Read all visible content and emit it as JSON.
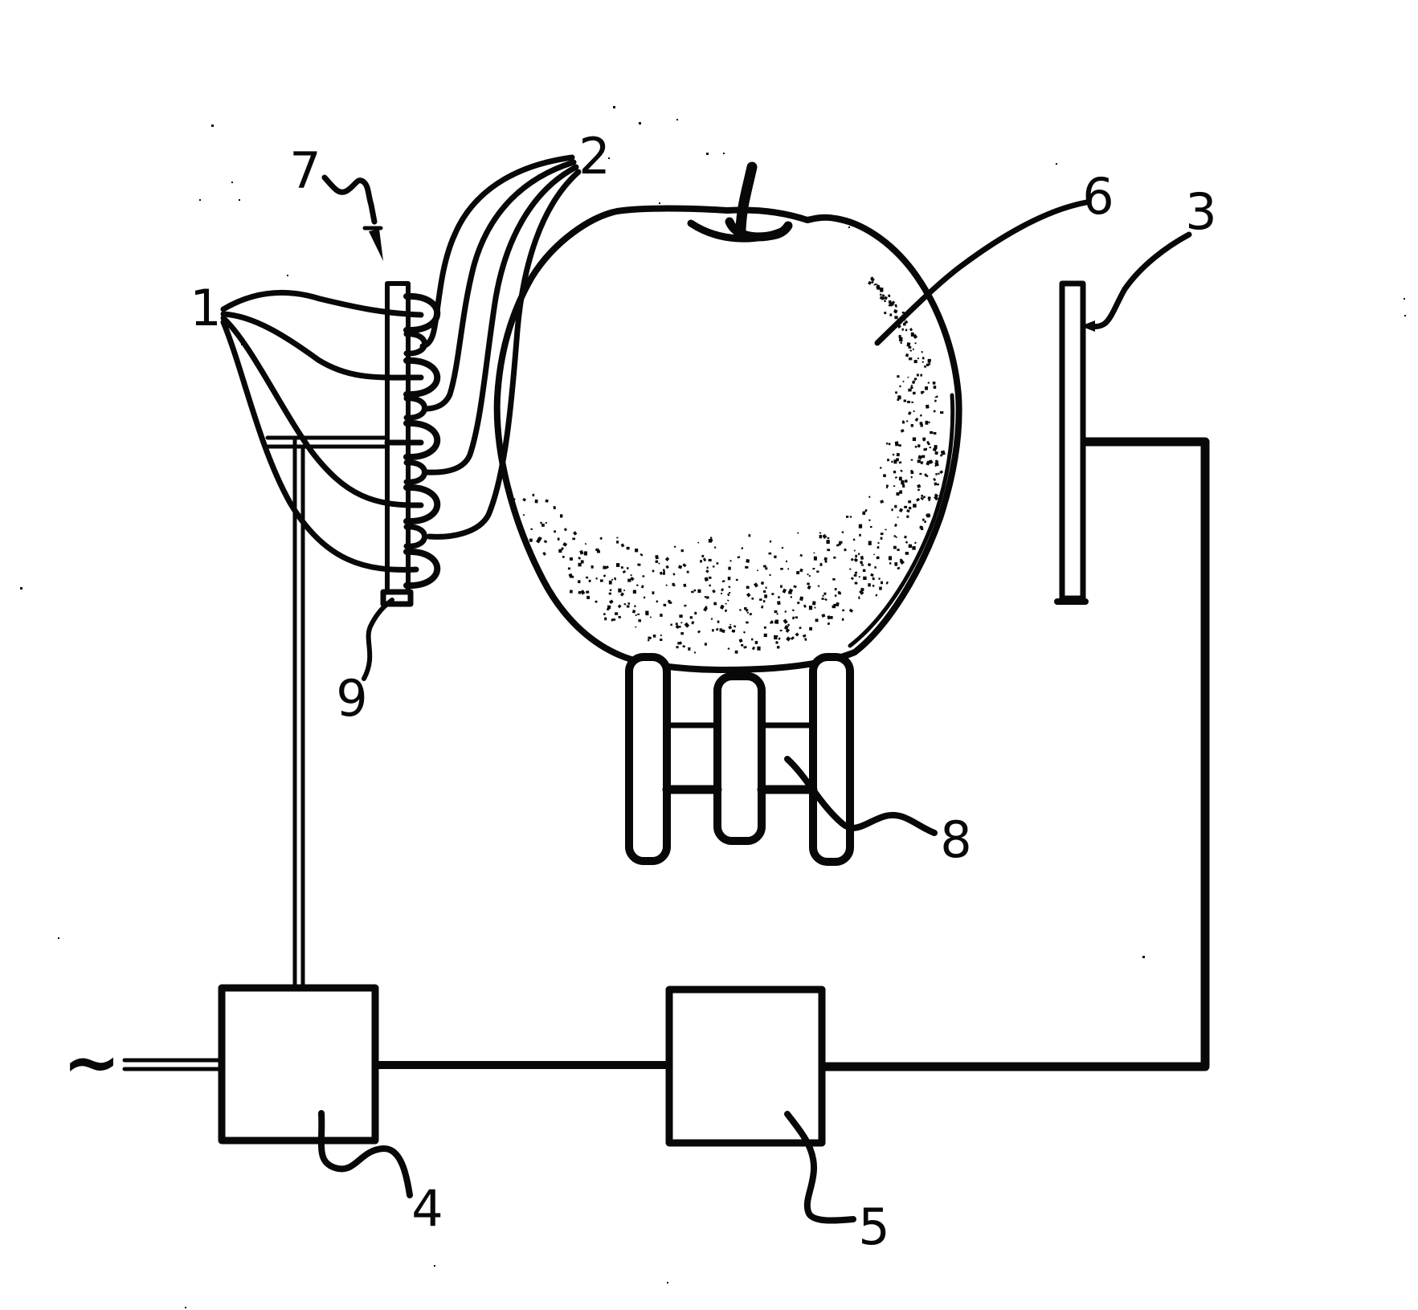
{
  "figure": {
    "paper_color": "#ffffff",
    "ink_color": "#080808",
    "labels": [
      {
        "text": "1",
        "part": "left-supply-lines"
      },
      {
        "text": "2",
        "part": "right-supply-lines"
      },
      {
        "text": "3",
        "part": "electrode-plate"
      },
      {
        "text": "4",
        "part": "left-unit-box"
      },
      {
        "text": "5",
        "part": "middle-unit-box"
      },
      {
        "text": "6",
        "part": "sprayed-fruit-surface"
      },
      {
        "text": "7",
        "part": "nozzle-bar"
      },
      {
        "text": "8",
        "part": "support-rollers"
      },
      {
        "text": "9",
        "part": "nozzle-bar-foot"
      }
    ],
    "power": {
      "ac_symbol": "~"
    }
  }
}
